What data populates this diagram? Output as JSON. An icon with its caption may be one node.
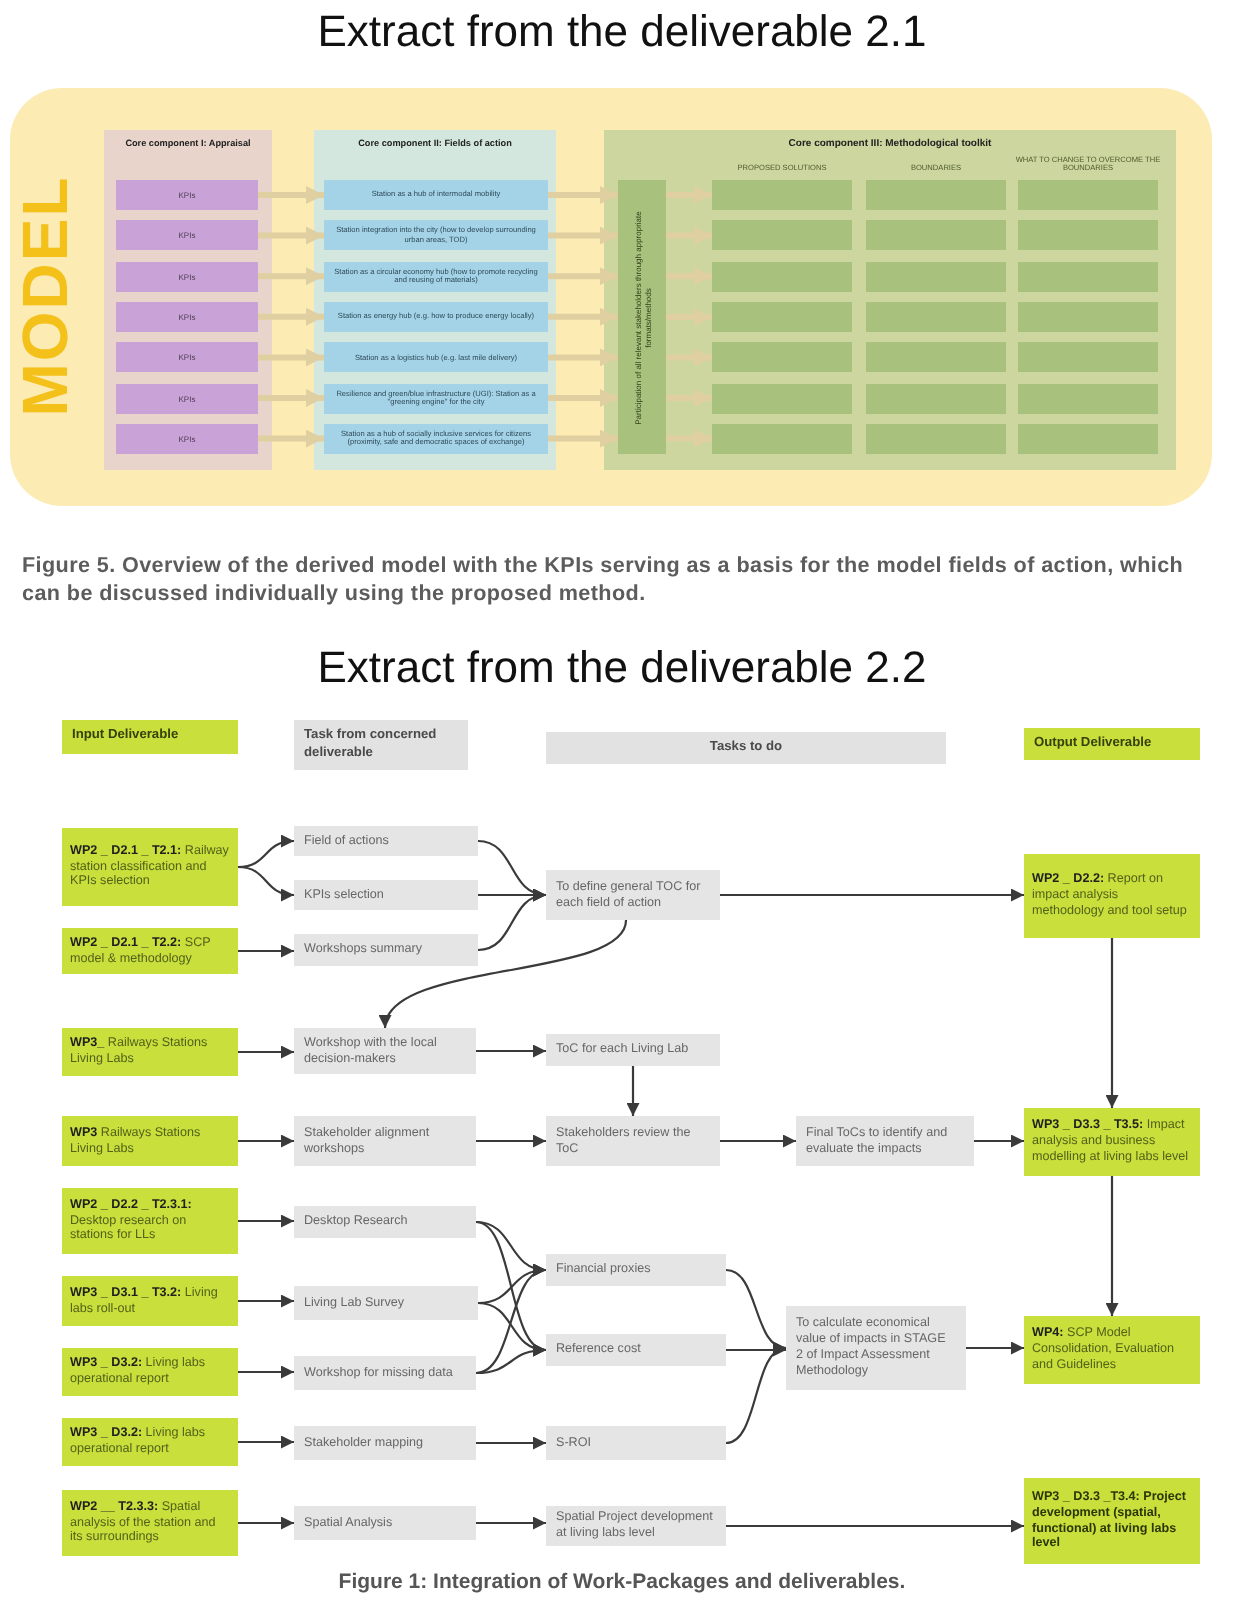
{
  "diagram": {
    "title": "Extract from the deliverable 2.1",
    "nodes": [
      {
        "text": [
          "MODEL"
        ]
      },
      {
        "text": [
          "Core component I: Appraisal"
        ],
        "in": 0
      },
      {
        "text": [
          "KPIs"
        ],
        "in": 1
      },
      {
        "text": [
          "KPIs"
        ],
        "in": 1
      },
      {
        "text": [
          "KPIs"
        ],
        "in": 1
      },
      {
        "text": [
          "KPIs"
        ],
        "in": 1
      },
      {
        "text": [
          "KPIs"
        ],
        "in": 1
      },
      {
        "text": [
          "KPIs"
        ],
        "in": 1
      },
      {
        "text": [
          "KPIs"
        ],
        "in": 1
      },
      {
        "text": [
          "Core component II: Fields of action"
        ],
        "in": 0
      },
      {
        "text": [
          "Station as a hub of intermodal mobility"
        ],
        "in": 9
      },
      {
        "text": [
          "Station integration into the city (how to develop surrounding urban areas, TOD)"
        ],
        "in": 9
      },
      {
        "text": [
          "Station as a circular economy hub (how to promote recycling and reusing of materials)"
        ],
        "in": 9
      },
      {
        "text": [
          "Station as energy hub (e.g. how to produce energy locally)"
        ],
        "in": 9
      },
      {
        "text": [
          "Station as a logistics hub (e.g. last mile delivery)"
        ],
        "in": 9
      },
      {
        "text": [
          "Resilience and green/blue infrastructure (UGI): Station as a \"greening engine\" for the city"
        ],
        "in": 9
      },
      {
        "text": [
          "Station as a hub of socially inclusive services for citizens (proximity, safe and democratic spaces of exchange)"
        ],
        "in": 9
      },
      {
        "text": [
          "Core component III: Methodological toolkit",
          "PROPOSED SOLUTIONS",
          "BOUNDARIES",
          "WHAT TO CHANGE TO OVERCOME THE BOUNDARIES"
        ],
        "in": 0
      },
      {
        "text": [
          "Participation of all relevant stakeholders through appropriate formats/methods"
        ],
        "in": 17
      },
      {
        "text": [],
        "shape": "box",
        "in": 17
      },
      {
        "text": [],
        "shape": "box",
        "in": 17
      },
      {
        "text": [],
        "shape": "box",
        "in": 17
      },
      {
        "text": [],
        "shape": "box",
        "in": 17
      },
      {
        "text": [],
        "shape": "box",
        "in": 17
      },
      {
        "text": [],
        "shape": "box",
        "in": 17
      },
      {
        "text": [],
        "shape": "box",
        "in": 17
      },
      {
        "text": [],
        "shape": "box",
        "in": 17
      },
      {
        "text": [],
        "shape": "box",
        "in": 17
      },
      {
        "text": [],
        "shape": "box",
        "in": 17
      },
      {
        "text": [],
        "shape": "box",
        "in": 17
      },
      {
        "text": [],
        "shape": "box",
        "in": 17
      },
      {
        "text": [],
        "shape": "box",
        "in": 17
      },
      {
        "text": [],
        "shape": "box",
        "in": 17
      },
      {
        "text": [],
        "shape": "box",
        "in": 17
      },
      {
        "text": [],
        "shape": "box",
        "in": 17
      },
      {
        "text": [],
        "shape": "box",
        "in": 17
      },
      {
        "text": [],
        "shape": "box",
        "in": 17
      },
      {
        "text": [],
        "shape": "box",
        "in": 17
      },
      {
        "text": [],
        "shape": "box",
        "in": 17
      },
      {
        "text": [],
        "shape": "box",
        "in": 17
      },
      {
        "text": [
          "Input Deliverable"
        ]
      },
      {
        "text": [
          "Task from concerned deliverable"
        ]
      },
      {
        "text": [
          "Tasks to do"
        ]
      },
      {
        "text": [
          "Output Deliverable"
        ]
      },
      {
        "text": [
          "**WP2 _ D2.1 _ T2.1:** Railway station classification and KPIs selection"
        ]
      },
      {
        "text": [
          "Field of actions"
        ]
      },
      {
        "text": [
          "KPIs selection"
        ]
      },
      {
        "text": [
          "To define general TOC for each field of action"
        ]
      },
      {
        "text": [
          "**WP2 _ D2.2:** Report on impact analysis methodology and tool setup"
        ]
      },
      {
        "text": [
          "**WP2 _ D2.1 _ T2.2:** SCP model & methodology"
        ]
      },
      {
        "text": [
          "Workshops summary"
        ]
      },
      {
        "text": [
          "**WP3_** Railways Stations Living Labs"
        ]
      },
      {
        "text": [
          "Workshop with the local decision-makers"
        ]
      },
      {
        "text": [
          "ToC for each Living Lab"
        ]
      },
      {
        "text": [
          "**WP3** Railways Stations Living Labs"
        ]
      },
      {
        "text": [
          "Stakeholder alignment workshops"
        ]
      },
      {
        "text": [
          "Stakeholders review the ToC"
        ]
      },
      {
        "text": [
          "Final ToCs to identify and evaluate the impacts"
        ]
      },
      {
        "text": [
          "**WP3 _ D3.3 _ T3.5:** Impact analysis and business modelling at living labs level"
        ]
      },
      {
        "text": [
          "**WP2 _ D2.2 _ T2.3.1:** Desktop research on stations for LLs"
        ]
      },
      {
        "text": [
          "Desktop Research"
        ]
      },
      {
        "text": [
          "Financial proxies"
        ]
      },
      {
        "text": [
          "**WP3 _ D3.1 _ T3.2:** Living labs roll-out"
        ]
      },
      {
        "text": [
          "Living Lab Survey"
        ]
      },
      {
        "text": [
          "Reference cost"
        ]
      },
      {
        "text": [
          "To calculate economical value of impacts in STAGE 2 of Impact Assessment Methodology"
        ]
      },
      {
        "text": [
          "**WP4:** SCP Model Consolidation, Evaluation and Guidelines"
        ]
      },
      {
        "text": [
          "**WP3 _ D3.2:** Living labs operational report"
        ]
      },
      {
        "text": [
          "Workshop for missing data"
        ]
      },
      {
        "text": [
          "**WP3 _ D3.2:** Living labs operational report"
        ]
      },
      {
        "text": [
          "Stakeholder mapping"
        ]
      },
      {
        "text": [
          "S-ROI"
        ]
      },
      {
        "text": [
          "**WP2 __ T2.3.3:** Spatial analysis of the station and its surroundings"
        ]
      },
      {
        "text": [
          "Spatial Analysis"
        ]
      },
      {
        "text": [
          "Spatial Project development at living labs level"
        ]
      },
      {
        "text": [
          "WP3 _ D3.3 _T3.4: Project development (spatial, functional) at living labs level"
        ]
      }
    ],
    "edges": [
      {
        "from": 2,
        "to": 10,
        "arrow": "to",
        "style": "thick",
        "color": "#e0cfa0"
      },
      {
        "from": 3,
        "to": 11,
        "arrow": "to",
        "style": "thick",
        "color": "#e0cfa0"
      },
      {
        "from": 4,
        "to": 12,
        "arrow": "to",
        "style": "thick",
        "color": "#e0cfa0"
      },
      {
        "from": 5,
        "to": 13,
        "arrow": "to",
        "style": "thick",
        "color": "#e0cfa0"
      },
      {
        "from": 6,
        "to": 14,
        "arrow": "to",
        "style": "thick",
        "color": "#e0cfa0"
      },
      {
        "from": 7,
        "to": 15,
        "arrow": "to",
        "style": "thick",
        "color": "#e0cfa0"
      },
      {
        "from": 8,
        "to": 16,
        "arrow": "to",
        "style": "thick",
        "color": "#e0cfa0"
      },
      {
        "from": 10,
        "to": 18,
        "arrow": "to",
        "style": "thick",
        "color": "#e0cfa0"
      },
      {
        "from": 11,
        "to": 18,
        "arrow": "to",
        "style": "thick",
        "color": "#e0cfa0"
      },
      {
        "from": 12,
        "to": 18,
        "arrow": "to",
        "style": "thick",
        "color": "#e0cfa0"
      },
      {
        "from": 13,
        "to": 18,
        "arrow": "to",
        "style": "thick",
        "color": "#e0cfa0"
      },
      {
        "from": 14,
        "to": 18,
        "arrow": "to",
        "style": "thick",
        "color": "#e0cfa0"
      },
      {
        "from": 15,
        "to": 18,
        "arrow": "to",
        "style": "thick",
        "color": "#e0cfa0"
      },
      {
        "from": 16,
        "to": 18,
        "arrow": "to",
        "style": "thick",
        "color": "#e0cfa0"
      },
      {
        "from": 18,
        "to": 19,
        "arrow": "to",
        "style": "thick",
        "color": "#e0cfa0"
      },
      {
        "from": 18,
        "to": 22,
        "arrow": "to",
        "style": "thick",
        "color": "#e0cfa0"
      },
      {
        "from": 18,
        "to": 25,
        "arrow": "to",
        "style": "thick",
        "color": "#e0cfa0"
      },
      {
        "from": 18,
        "to": 28,
        "arrow": "to",
        "style": "thick",
        "color": "#e0cfa0"
      },
      {
        "from": 18,
        "to": 31,
        "arrow": "to",
        "style": "thick",
        "color": "#e0cfa0"
      },
      {
        "from": 18,
        "to": 34,
        "arrow": "to",
        "style": "thick",
        "color": "#e0cfa0"
      },
      {
        "from": 18,
        "to": 37,
        "arrow": "to",
        "style": "thick",
        "color": "#e0cfa0"
      },
      {
        "from": 44,
        "to": 45,
        "arrow": "to"
      },
      {
        "from": 44,
        "to": 46,
        "arrow": "to"
      },
      {
        "from": 49,
        "to": 50,
        "arrow": "to"
      },
      {
        "from": 45,
        "to": 47,
        "arrow": "to"
      },
      {
        "from": 46,
        "to": 47,
        "arrow": "to"
      },
      {
        "from": 50,
        "to": 47,
        "arrow": "to"
      },
      {
        "from": 47,
        "to": 48,
        "arrow": "to"
      },
      {
        "from": 47,
        "to": 52,
        "arrow": "to"
      },
      {
        "from": 51,
        "to": 52,
        "arrow": "to"
      },
      {
        "from": 52,
        "to": 53,
        "arrow": "to"
      },
      {
        "from": 53,
        "to": 56,
        "arrow": "to"
      },
      {
        "from": 54,
        "to": 55,
        "arrow": "to"
      },
      {
        "from": 55,
        "to": 56,
        "arrow": "to"
      },
      {
        "from": 56,
        "to": 57,
        "arrow": "to"
      },
      {
        "from": 57,
        "to": 58,
        "arrow": "to"
      },
      {
        "from": 48,
        "to": 58,
        "arrow": "to"
      },
      {
        "from": 58,
        "to": 66,
        "arrow": "to"
      },
      {
        "from": 59,
        "to": 60,
        "arrow": "to"
      },
      {
        "from": 62,
        "to": 63,
        "arrow": "to"
      },
      {
        "from": 67,
        "to": 68,
        "arrow": "to"
      },
      {
        "from": 60,
        "to": 61,
        "arrow": "to"
      },
      {
        "from": 60,
        "to": 64,
        "arrow": "to"
      },
      {
        "from": 63,
        "to": 61,
        "arrow": "to"
      },
      {
        "from": 63,
        "to": 64,
        "arrow": "to"
      },
      {
        "from": 68,
        "to": 61,
        "arrow": "to"
      },
      {
        "from": 68,
        "to": 64,
        "arrow": "to"
      },
      {
        "from": 61,
        "to": 65,
        "arrow": "to"
      },
      {
        "from": 64,
        "to": 65,
        "arrow": "to"
      },
      {
        "from": 71,
        "to": 65,
        "arrow": "to"
      },
      {
        "from": 65,
        "to": 66,
        "arrow": "to"
      },
      {
        "from": 69,
        "to": 70,
        "arrow": "to"
      },
      {
        "from": 70,
        "to": 71,
        "arrow": "to"
      },
      {
        "from": 72,
        "to": 73,
        "arrow": "to"
      },
      {
        "from": 73,
        "to": 74,
        "arrow": "to"
      },
      {
        "from": 74,
        "to": 75,
        "arrow": "to"
      }
    ],
    "labels": [
      "Figure 5. Overview of the derived model with the KPIs serving as a basis for the model fields of action, which can be discussed individually using the proposed method.",
      "Extract from the deliverable 2.2"
    ],
    "caption": "Figure 1: Integration of Work-Packages and deliverables."
  }
}
